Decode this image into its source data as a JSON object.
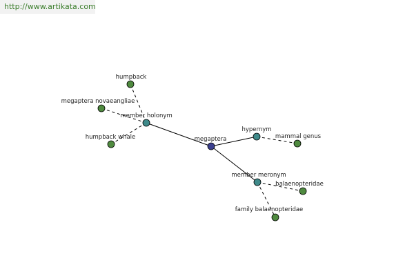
{
  "header": {
    "url": "http://www.artikata.com"
  },
  "colors": {
    "center": "#3b3f8f",
    "relation": "#3f8a8a",
    "leaf": "#4f8a3f"
  },
  "graph": {
    "nodes": [
      {
        "id": "megaptera",
        "label": "megaptera",
        "kind": "center"
      },
      {
        "id": "member-holonym",
        "label": "member holonym",
        "kind": "relation"
      },
      {
        "id": "hypernym",
        "label": "hypernym",
        "kind": "relation"
      },
      {
        "id": "member-meronym",
        "label": "member meronym",
        "kind": "relation"
      },
      {
        "id": "humpback",
        "label": "humpback",
        "kind": "leaf"
      },
      {
        "id": "megaptera-novaeangliae",
        "label": "megaptera novaeangliae",
        "kind": "leaf"
      },
      {
        "id": "humpback-whale",
        "label": "humpback whale",
        "kind": "leaf"
      },
      {
        "id": "mammal-genus",
        "label": "mammal genus",
        "kind": "leaf"
      },
      {
        "id": "balaenopteridae",
        "label": "balaenopteridae",
        "kind": "leaf"
      },
      {
        "id": "family-balaenopteridae",
        "label": "family balaenopteridae",
        "kind": "leaf"
      }
    ],
    "edges": [
      {
        "from": "megaptera",
        "to": "member-holonym",
        "style": "solid"
      },
      {
        "from": "megaptera",
        "to": "hypernym",
        "style": "solid"
      },
      {
        "from": "megaptera",
        "to": "member-meronym",
        "style": "solid"
      },
      {
        "from": "member-holonym",
        "to": "humpback",
        "style": "dashed"
      },
      {
        "from": "member-holonym",
        "to": "megaptera-novaeangliae",
        "style": "dashed"
      },
      {
        "from": "member-holonym",
        "to": "humpback-whale",
        "style": "dashed"
      },
      {
        "from": "hypernym",
        "to": "mammal-genus",
        "style": "dashed"
      },
      {
        "from": "member-meronym",
        "to": "balaenopteridae",
        "style": "dashed"
      },
      {
        "from": "member-meronym",
        "to": "family-balaenopteridae",
        "style": "dashed"
      }
    ]
  }
}
